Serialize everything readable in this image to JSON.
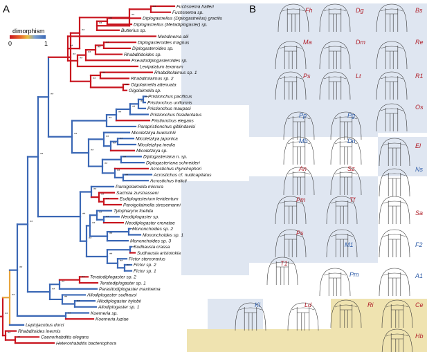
{
  "panel_a_label": "A",
  "panel_b_label": "B",
  "legend": {
    "title": "dimorphism",
    "min": "0",
    "max": "1"
  },
  "support_marker": "**",
  "colors": {
    "dimorphic": "#c8141e",
    "monomorphic": "#3a67b5",
    "mid": "#e8a43c",
    "shade_blue": "#dfe6f1",
    "shade_gold": "#efe3b0"
  },
  "taxa": [
    {
      "name": "Fuchsnema halleri",
      "state": "d"
    },
    {
      "name": "Fuchsnema sp.",
      "state": "d"
    },
    {
      "name": "Diplogastrellus (Diplogastrellus) gracilis",
      "state": "d"
    },
    {
      "name": "Diplogastrellus (Metadiplogaster) sp.",
      "state": "d"
    },
    {
      "name": "Butlerius sp.",
      "state": "d"
    },
    {
      "name": "Mehdinema alii",
      "state": "d"
    },
    {
      "name": "Diplogasteroides magnus",
      "state": "d"
    },
    {
      "name": "Diplogasteroides sp.",
      "state": "d"
    },
    {
      "name": "Rhabditidoides sp.",
      "state": "d"
    },
    {
      "name": "Pseudodiplogasteroides sp.",
      "state": "d"
    },
    {
      "name": "Levipalatum texanum",
      "state": "d"
    },
    {
      "name": "Rhabditolaimus sp. 1",
      "state": "d"
    },
    {
      "name": "Rhabditolaimus sp. 2",
      "state": "d"
    },
    {
      "name": "Oigolaimella attenuata",
      "state": "d"
    },
    {
      "name": "Oigolaimella sp.",
      "state": "d"
    },
    {
      "name": "Pristionchus pacificus",
      "state": "m"
    },
    {
      "name": "Pristionchus uniformis",
      "state": "m"
    },
    {
      "name": "Pristionchus maupasi",
      "state": "m"
    },
    {
      "name": "Pristionchus fissidentatus",
      "state": "m"
    },
    {
      "name": "Pristionchus elegans",
      "state": "d"
    },
    {
      "name": "Parapristionchus giblindavisi",
      "state": "m"
    },
    {
      "name": "Micoletzkya buetschlii",
      "state": "m"
    },
    {
      "name": "Micoletzkya japonica",
      "state": "m"
    },
    {
      "name": "Micoletzkya inedia",
      "state": "m"
    },
    {
      "name": "Micoletzkya sp.",
      "state": "d"
    },
    {
      "name": "Diplogasteriana n. sp.",
      "state": "m"
    },
    {
      "name": "Diplogasteriana schneideri",
      "state": "m"
    },
    {
      "name": "Acrostichus rhynchophori",
      "state": "d"
    },
    {
      "name": "Acrostichus cf. nudicapitatus",
      "state": "m"
    },
    {
      "name": "Acrostichus halicti",
      "state": "m"
    },
    {
      "name": "Paroigolaimella micrura",
      "state": "m"
    },
    {
      "name": "Sachsia zurstrasseni",
      "state": "d"
    },
    {
      "name": "Eudiplogasterium levidentum",
      "state": "d"
    },
    {
      "name": "Paroigolaimella stresemanni",
      "state": "d"
    },
    {
      "name": "Tylopharynx foetida",
      "state": "m"
    },
    {
      "name": "Neodiplogaster sp.",
      "state": "m"
    },
    {
      "name": "Neodiplogaster crenatae",
      "state": "d"
    },
    {
      "name": "Mononchoides sp. 2",
      "state": "m"
    },
    {
      "name": "Mononchoides sp. 1",
      "state": "m"
    },
    {
      "name": "Mononchoides sp. 3",
      "state": "m"
    },
    {
      "name": "Sudhausia crassa",
      "state": "m"
    },
    {
      "name": "Sudhausia aristotokia",
      "state": "d"
    },
    {
      "name": "Fictor stercorarius",
      "state": "m"
    },
    {
      "name": "Fictor sp. 2",
      "state": "m"
    },
    {
      "name": "Fictor sp. 1",
      "state": "m"
    },
    {
      "name": "Teratodiplogaster sp. 2",
      "state": "d"
    },
    {
      "name": "Teratodiplogaster sp. 1",
      "state": "d"
    },
    {
      "name": "Parasitodiplogaster maxinema",
      "state": "m"
    },
    {
      "name": "Allodiplogaster sudhausi",
      "state": "m"
    },
    {
      "name": "Allodiplogaster hylobii",
      "state": "m"
    },
    {
      "name": "Allodiplogaster sp. 1",
      "state": "m"
    },
    {
      "name": "Koerneria sp.",
      "state": "m"
    },
    {
      "name": "Koerneria luziae",
      "state": "d"
    },
    {
      "name": "Leptojacobus dorci",
      "state": "m"
    },
    {
      "name": "Rhabditoides inermis",
      "state": "d"
    },
    {
      "name": "Caenorhabditis elegans",
      "state": "d"
    },
    {
      "name": "Heterorhabditis bacteriophora",
      "state": "d"
    }
  ],
  "mouth_abbreviations": [
    {
      "label": "Fh",
      "color": "#b0202a"
    },
    {
      "label": "Dg",
      "color": "#b0202a"
    },
    {
      "label": "Bs",
      "color": "#b0202a"
    },
    {
      "label": "Ma",
      "color": "#b0202a"
    },
    {
      "label": "Dm",
      "color": "#b0202a"
    },
    {
      "label": "Re",
      "color": "#b0202a"
    },
    {
      "label": "Ps",
      "color": "#b0202a"
    },
    {
      "label": "Lt",
      "color": "#b0202a"
    },
    {
      "label": "R1",
      "color": "#b0202a"
    },
    {
      "label": "Os",
      "color": "#b0202a"
    },
    {
      "label": "Pp",
      "color": "#2e5ca8"
    },
    {
      "label": "Pg",
      "color": "#2e5ca8"
    },
    {
      "label": "Mb",
      "color": "#2e5ca8"
    },
    {
      "label": "Dn",
      "color": "#2e5ca8"
    },
    {
      "label": "El",
      "color": "#b0202a"
    },
    {
      "label": "An",
      "color": "#b0202a"
    },
    {
      "label": "Sz",
      "color": "#b0202a"
    },
    {
      "label": "Ns",
      "color": "#2e5ca8"
    },
    {
      "label": "Pm",
      "color": "#b0202a"
    },
    {
      "label": "Tf",
      "color": "#b0202a"
    },
    {
      "label": "Sa",
      "color": "#b0202a"
    },
    {
      "label": "Ps",
      "color": "#b0202a"
    },
    {
      "label": "M1",
      "color": "#2e5ca8"
    },
    {
      "label": "F2",
      "color": "#2e5ca8"
    },
    {
      "label": "T1",
      "color": "#b0202a"
    },
    {
      "label": "Pm",
      "color": "#2e5ca8"
    },
    {
      "label": "A1",
      "color": "#2e5ca8"
    },
    {
      "label": "Kl",
      "color": "#2e5ca8"
    },
    {
      "label": "Ld",
      "color": "#b0202a"
    },
    {
      "label": "Ri",
      "color": "#b0202a"
    },
    {
      "label": "Ce",
      "color": "#b0202a"
    },
    {
      "label": "Hb",
      "color": "#b0202a"
    }
  ]
}
